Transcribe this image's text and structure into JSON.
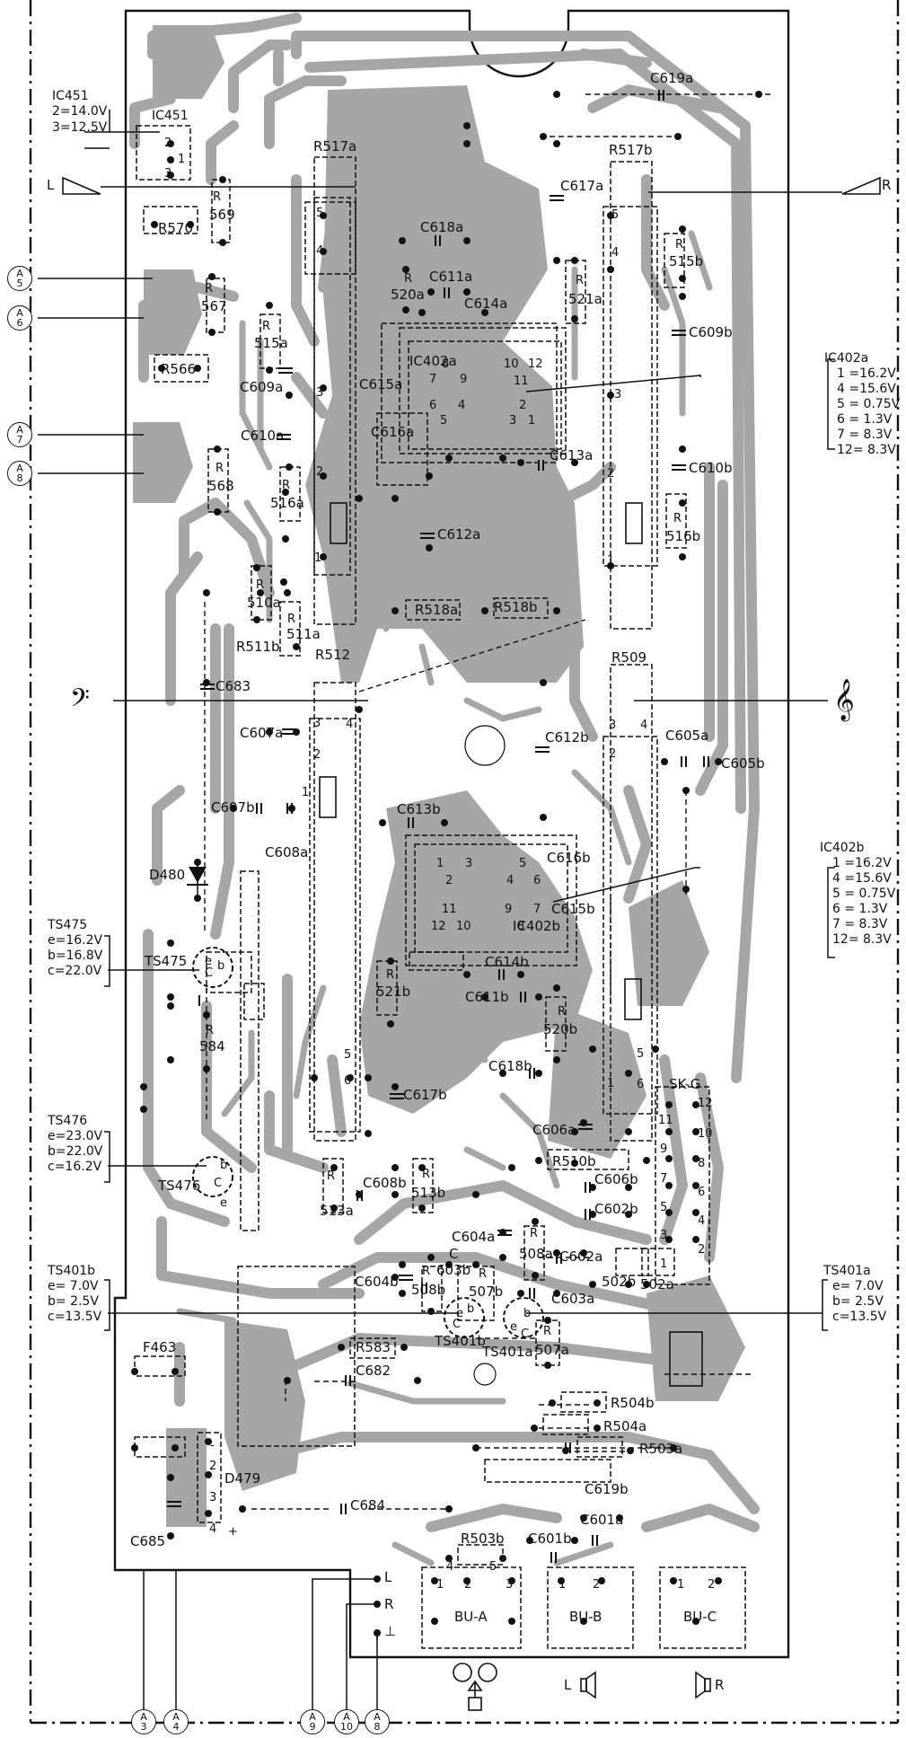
{
  "components": {
    "ic451": "IC451",
    "r517a": "R517a",
    "r517b": "R517b",
    "c619a": "C619a",
    "c617a": "C617a",
    "c618a": "C618a",
    "r569": "569",
    "r570": "R570",
    "r567": "567",
    "r566": "R566",
    "r515a": "515a",
    "r515b": "515b",
    "c611a": "C611a",
    "r520a": "520a",
    "c614a": "C614a",
    "r521a": "521a",
    "c609a": "C609a",
    "c609b": "C609b",
    "ic402a": "IC402a",
    "c615a": "C615a",
    "c616a": "C616a",
    "c610a": "C610a",
    "c613a": "C613a",
    "c610b": "C610b",
    "r568": "568",
    "r516a": "516a",
    "r516b": "516b",
    "c612a": "C612a",
    "r510a": "510a",
    "r511a": "511a",
    "r511b": "R511b",
    "r518a": "R518a",
    "r518b": "R518b",
    "r512": "R512",
    "r509": "R509",
    "c683": "C683",
    "c607a": "C607a",
    "c612b": "C612b",
    "c605a": "C605a",
    "c605b": "C605b",
    "c607b": "C607b",
    "c608a": "C608a",
    "c613b": "C613b",
    "c616b": "C616b",
    "c615b": "C615b",
    "ic402b": "IC402b",
    "d480": "D480",
    "ts475": "TS475",
    "c614b": "C614b",
    "c611b": "C611b",
    "r521b": "521b",
    "r520b": "520b",
    "r584": "584",
    "c618b": "C618b",
    "c617b": "C617b",
    "skg": "SK-G",
    "c606a": "C606a",
    "r510b": "R510b",
    "c606b": "C606b",
    "c602b": "C602b",
    "ts476": "TS476",
    "r513a": "513a",
    "c608b": "C608b",
    "r513b": "513b",
    "c604a": "C604a",
    "r508a": "508a",
    "c602a": "C602a",
    "c603b": "603b",
    "c604b": "C604b",
    "r508b": "508b",
    "r507b": "507b",
    "c603a": "C603a",
    "r502b": "502b",
    "r502a": "502a",
    "ts401b": "TS401b",
    "ts401a": "TS401a",
    "r507a": "507a",
    "r583": "R583",
    "c682": "C682",
    "f463": "F463",
    "r504b": "R504b",
    "r504a": "R504a",
    "r503a": "R503a",
    "d479": "D479",
    "c685": "C685",
    "c684": "C684",
    "c619b": "C619b",
    "r503b": "R503b",
    "c601b": "C601b",
    "c601a": "C601a",
    "bua": "BU-A",
    "bub": "BU-B",
    "buc": "BU-C"
  },
  "letters": {
    "r": "R",
    "c": "C",
    "e": "e",
    "b": "b",
    "plus": "+",
    "minus": "-",
    "ground": "⊥"
  },
  "pin_numbers": [
    "1",
    "2",
    "3",
    "4",
    "5",
    "6",
    "7",
    "8",
    "9",
    "10",
    "11",
    "12"
  ],
  "channel_labels": {
    "left": "L",
    "right": "R"
  },
  "ann_ic451": {
    "title": "IC451",
    "lines": [
      "2=14.0V",
      "3=12.5V"
    ]
  },
  "ann_ic402a": {
    "title": "IC402a",
    "lines": [
      "1 =16.2V",
      "4 =15.6V",
      "5 = 0.75V",
      "6 = 1.3V",
      "7 = 8.3V",
      "12= 8.3V"
    ]
  },
  "ann_ic402b": {
    "title": "IC402b",
    "lines": [
      "1 =16.2V",
      "4 =15.6V",
      "5 = 0.75V",
      "6 = 1.3V",
      "7 = 8.3V",
      "12= 8.3V"
    ]
  },
  "ann_ts475": {
    "title": "TS475",
    "lines": [
      "e=16.2V",
      "b=16.8V",
      "c=22.0V"
    ]
  },
  "ann_ts476": {
    "title": "TS476",
    "lines": [
      "e=23.0V",
      "b=22.0V",
      "c=16.2V"
    ]
  },
  "ann_ts401b": {
    "title": "TS401b",
    "lines": [
      "e= 7.0V",
      "b= 2.5V",
      "c=13.5V"
    ]
  },
  "ann_ts401a": {
    "title": "TS401a",
    "lines": [
      "e= 7.0V",
      "b= 2.5V",
      "c=13.5V"
    ]
  },
  "connectors_side": [
    {
      "top": "A",
      "num": "5"
    },
    {
      "top": "A",
      "num": "6"
    },
    {
      "top": "A",
      "num": "7"
    },
    {
      "top": "A",
      "num": "8"
    }
  ],
  "connectors_bottom": [
    {
      "top": "A",
      "num": "3"
    },
    {
      "top": "A",
      "num": "4"
    },
    {
      "top": "A",
      "num": "9"
    },
    {
      "top": "A",
      "num": "10"
    },
    {
      "top": "A",
      "num": "8"
    }
  ],
  "symbols": {
    "bass_clef": "𝄢",
    "treble_clef": "𝄞",
    "tape_icon": "tape-recorder",
    "speaker_icon": "speaker"
  },
  "colors": {
    "copper": "#a6a6a6",
    "ink": "#111111",
    "board": "#ffffff"
  }
}
